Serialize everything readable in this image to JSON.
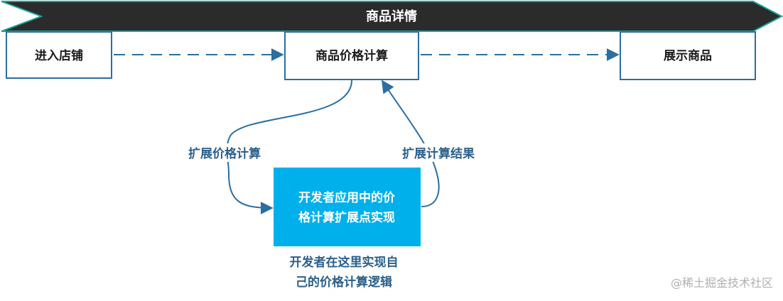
{
  "banner": {
    "title": "商品详情"
  },
  "nodes": {
    "enter_store": "进入店铺",
    "price_calc": "商品价格计算",
    "show_product": "展示商品"
  },
  "extension": {
    "line1": "开发者应用中的价",
    "line2": "格计算扩展点实现"
  },
  "edges": {
    "extend_calc": "扩展价格计算",
    "extend_result": "扩展计算结果"
  },
  "note": {
    "line1": "开发者在这里实现自",
    "line2": "己的价格计算逻辑"
  },
  "watermark": "@稀土掘金技术社区",
  "colors": {
    "banner_fill": "#2b2b2b",
    "banner_border": "#1aa39a",
    "box_border": "#2a6fa0",
    "extension_fill": "#00b0ea",
    "arrow": "#2a6fa0"
  }
}
